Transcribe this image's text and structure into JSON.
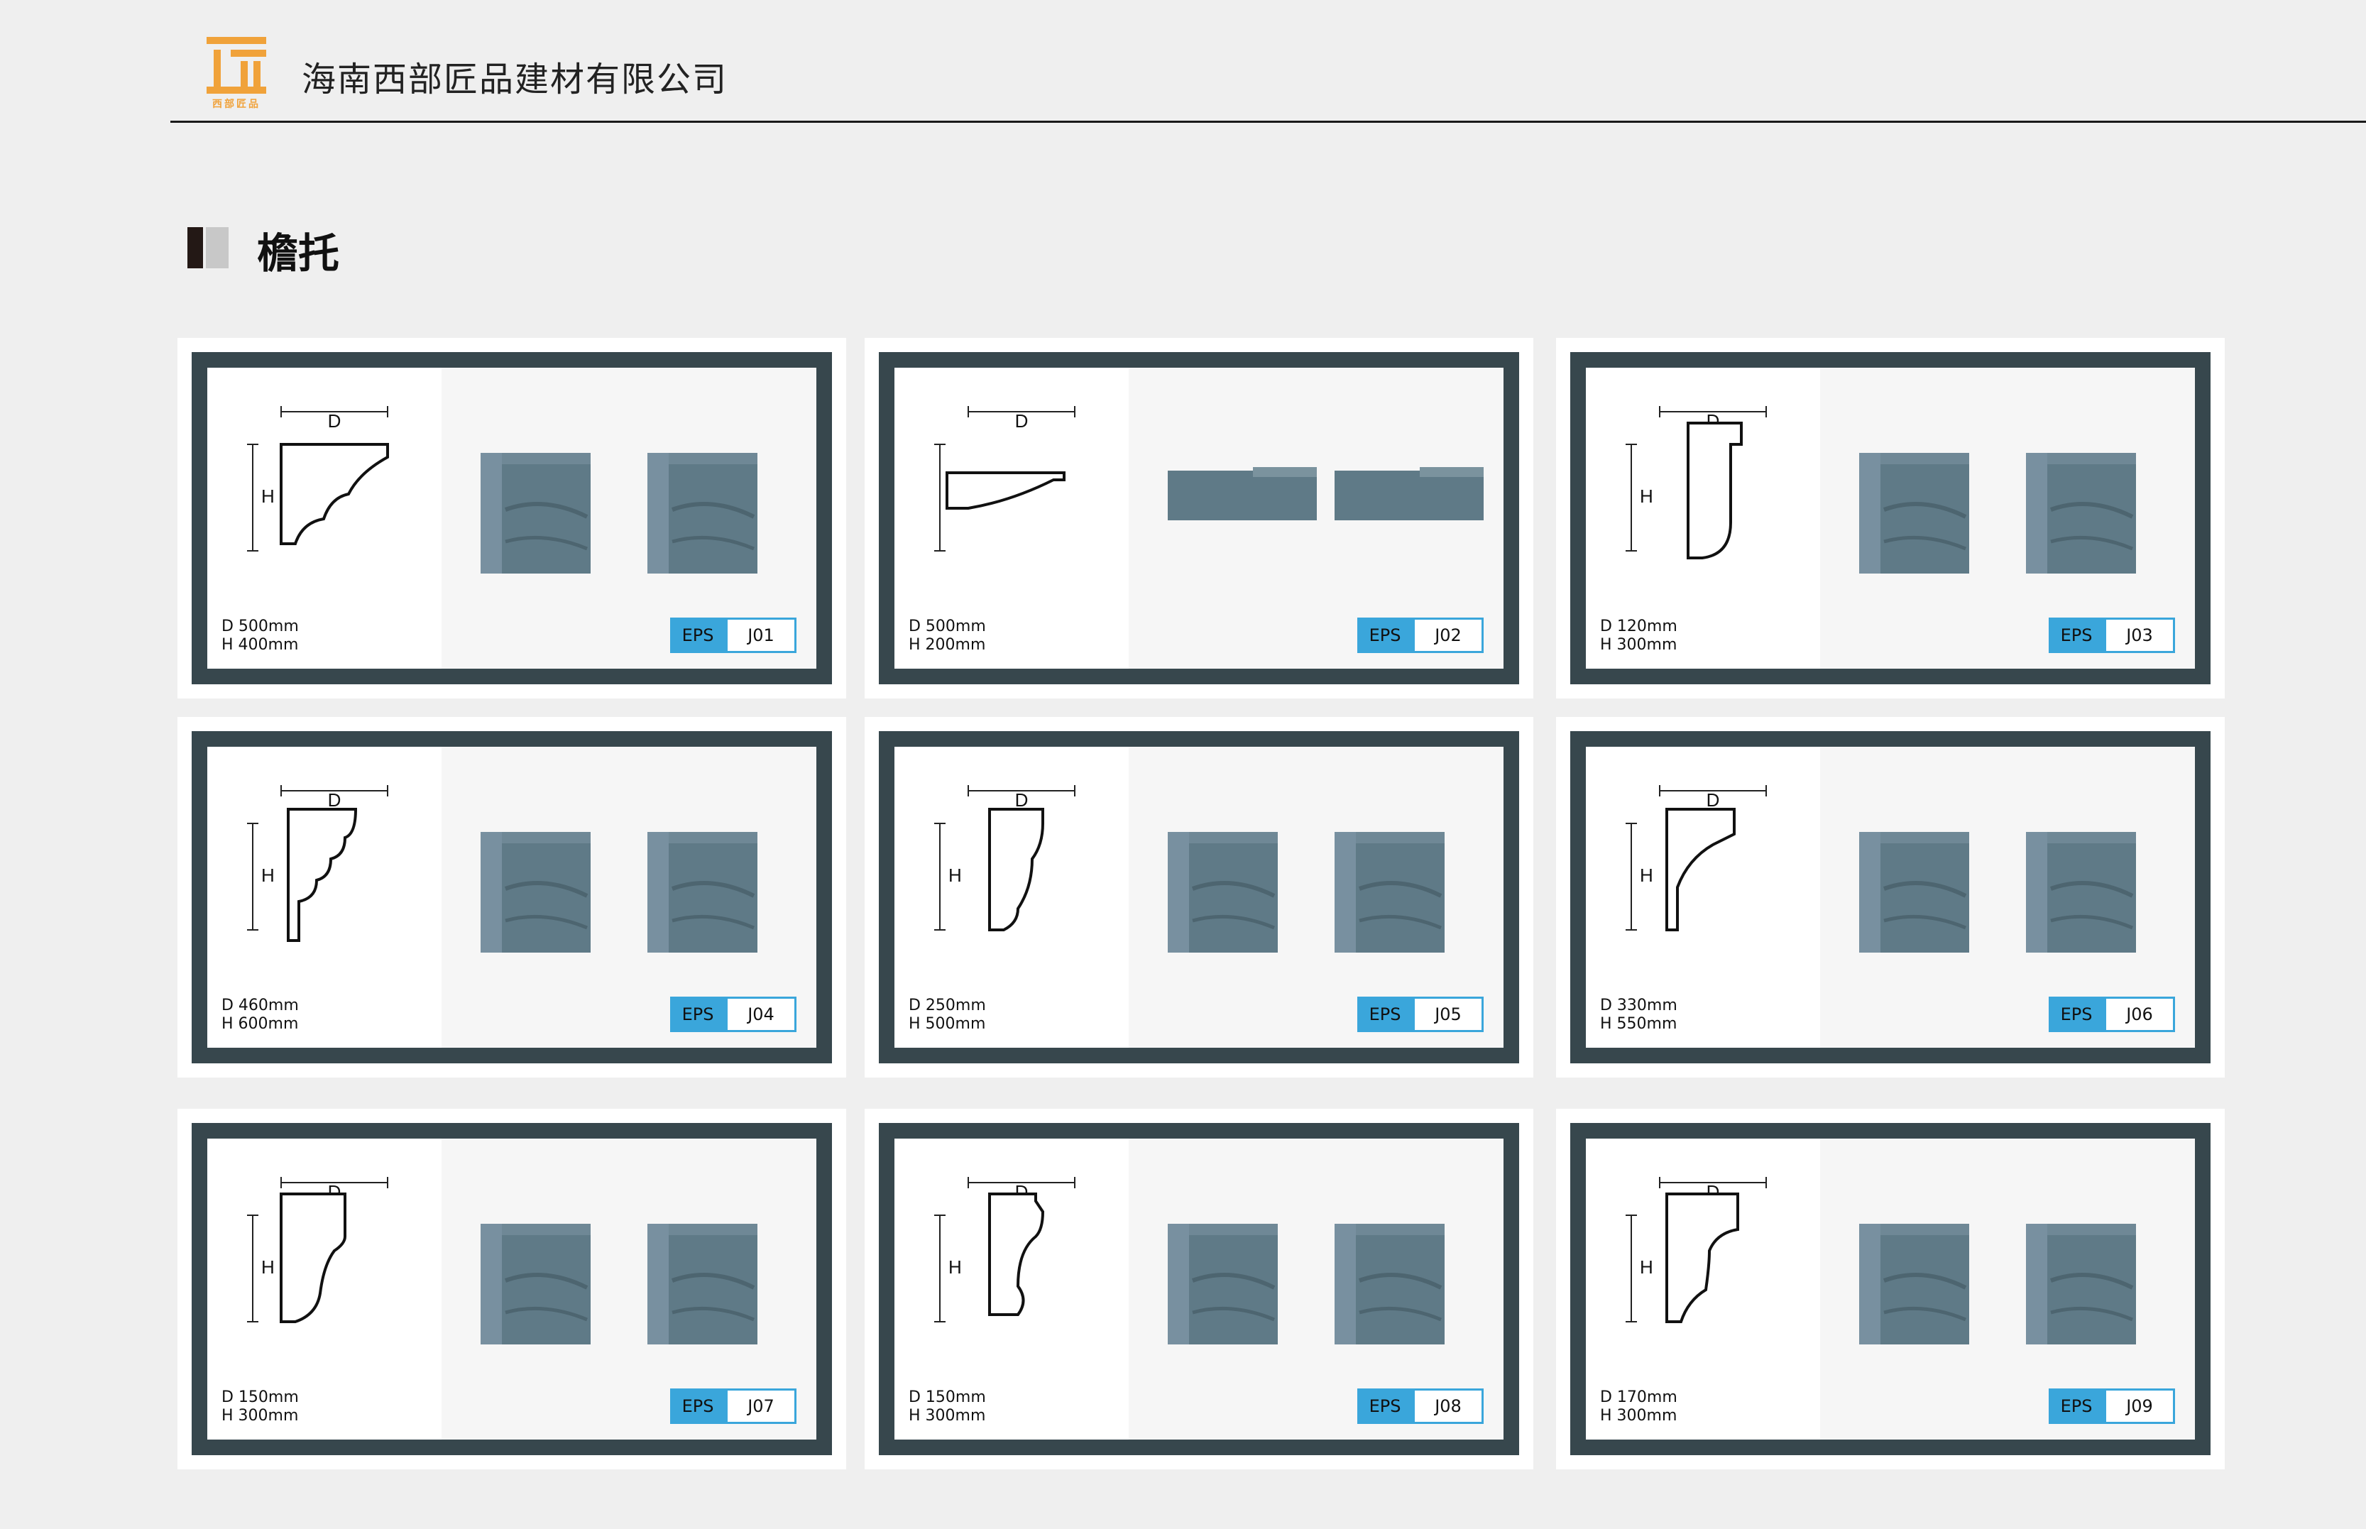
{
  "header": {
    "logo_text": "西部匠品",
    "company": "海南西部匠品建材有限公司"
  },
  "section": {
    "title": "檐托"
  },
  "colors": {
    "accent": "#3aa6db",
    "frame": "#37474d",
    "render": "#5f7a87",
    "logo": "#f0a23a"
  },
  "products": [
    {
      "d": "D 500mm",
      "h": "H 400mm",
      "material": "EPS",
      "code": "J01",
      "dim_d": "D",
      "dim_h": "H"
    },
    {
      "d": "D 500mm",
      "h": "H 200mm",
      "material": "EPS",
      "code": "J02",
      "dim_d": "D",
      "dim_h": "H"
    },
    {
      "d": "D  120mm",
      "h": "H  300mm",
      "material": "EPS",
      "code": "J03",
      "dim_d": "D",
      "dim_h": "H"
    },
    {
      "d": "D 460mm",
      "h": "H 600mm",
      "material": "EPS",
      "code": "J04",
      "dim_d": "D",
      "dim_h": "H"
    },
    {
      "d": "D  250mm",
      "h": "H  500mm",
      "material": "EPS",
      "code": "J05",
      "dim_d": "D",
      "dim_h": "H"
    },
    {
      "d": "D 330mm",
      "h": "H 550mm",
      "material": "EPS",
      "code": "J06",
      "dim_d": "D",
      "dim_h": "H"
    },
    {
      "d": "D  150mm",
      "h": "H  300mm",
      "material": "EPS",
      "code": "J07",
      "dim_d": "D",
      "dim_h": "H"
    },
    {
      "d": "D  150mm",
      "h": "H  300mm",
      "material": "EPS",
      "code": "J08",
      "dim_d": "D",
      "dim_h": "H"
    },
    {
      "d": "D  170mm",
      "h": "H  300mm",
      "material": "EPS",
      "code": "J09",
      "dim_d": "D",
      "dim_h": "H"
    }
  ]
}
